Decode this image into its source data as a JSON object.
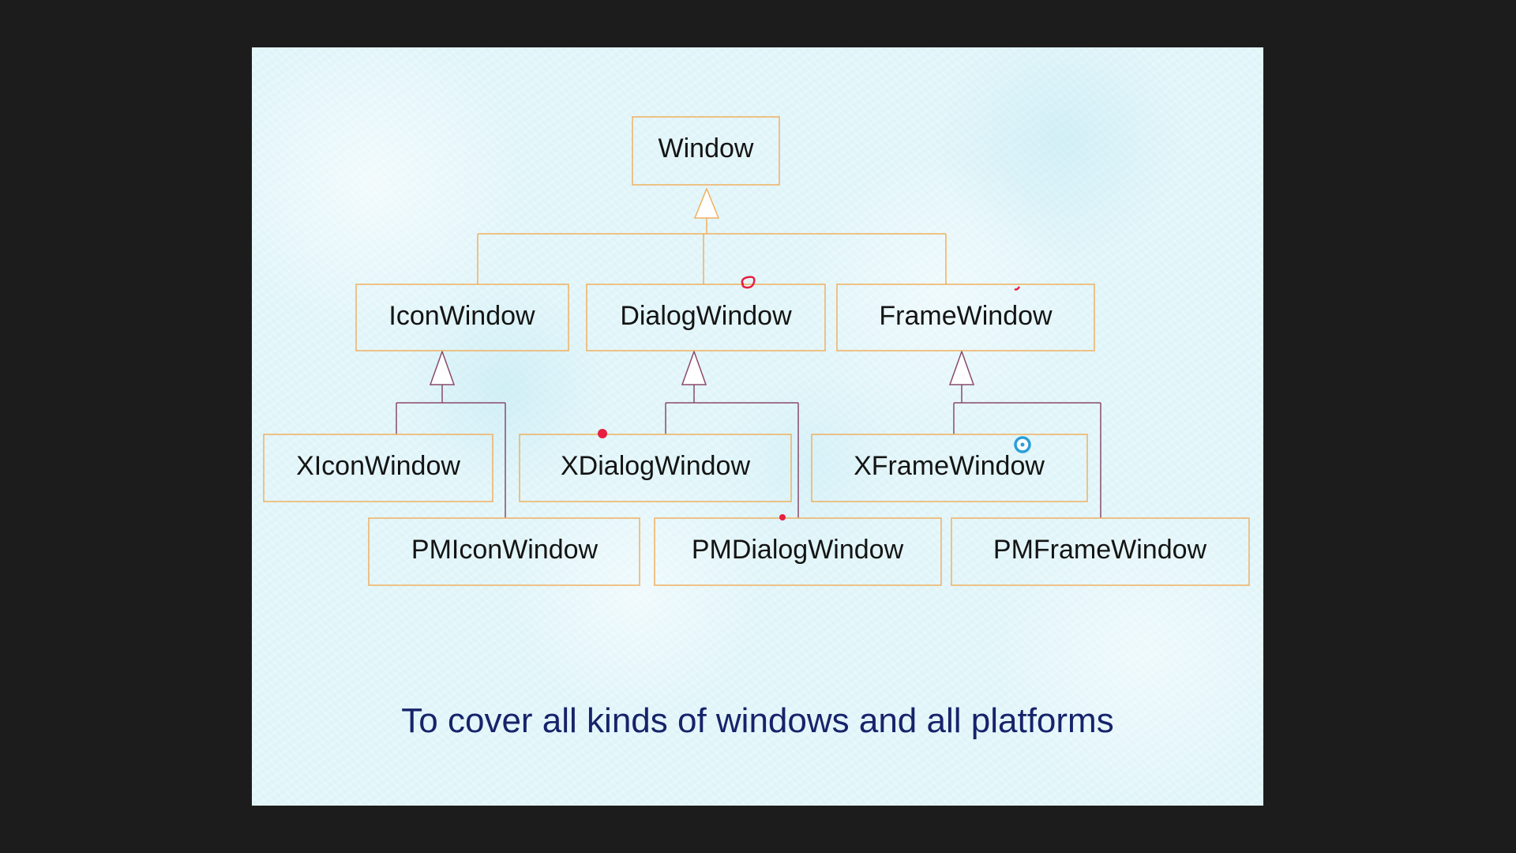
{
  "diagram": {
    "root": {
      "label": "Window"
    },
    "level1": [
      {
        "label": "IconWindow"
      },
      {
        "label": "DialogWindow"
      },
      {
        "label": "FrameWindow"
      }
    ],
    "level2_x": [
      {
        "label": "XIconWindow"
      },
      {
        "label": "XDialogWindow"
      },
      {
        "label": "XFrameWindow"
      }
    ],
    "level2_pm": [
      {
        "label": "PMIconWindow"
      },
      {
        "label": "PMDialogWindow"
      },
      {
        "label": "PMFrameWindow"
      }
    ],
    "box_border_color": "#f0b060",
    "top_connector_color": "#f0b060",
    "lower_connector_color": "#8a4a6a",
    "annotation_color": "#e62040",
    "cursor_color": "#2a9fd8"
  },
  "caption": "To cover all kinds of windows and all platforms"
}
